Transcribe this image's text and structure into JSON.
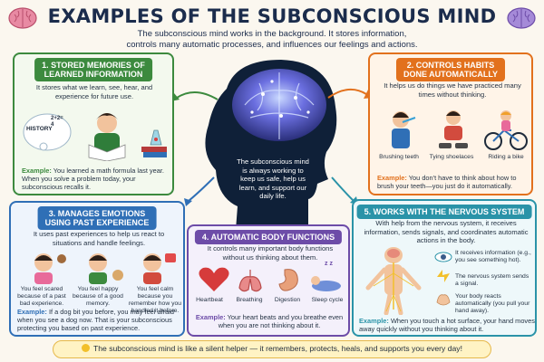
{
  "header": {
    "title": "EXAMPLES OF THE SUBCONSCIOUS MIND",
    "subtitle_line1": "The subconscious mind works in the background. It stores information,",
    "subtitle_line2": "controls many automatic processes, and influences our feelings and actions."
  },
  "center": {
    "caption": "The subconscious mind is always working to keep us safe, help us learn, and support our daily life."
  },
  "sections": {
    "memories": {
      "title_line1": "1. STORED MEMORIES OF",
      "title_line2": "LEARNED INFORMATION",
      "text": "It stores what we learn, see, hear, and experience for future use.",
      "book_label1": "HISTORY",
      "book_label2": "2+2= 4",
      "example_label": "Example:",
      "example_text": "You learned a math formula last year. When you solve a problem today, your subconscious recalls it.",
      "color": "#3c8a3e"
    },
    "habits": {
      "title_line1": "2. CONTROLS HABITS",
      "title_line2": "DONE AUTOMATICALLY",
      "text": "It helps us do things we have practiced many times without thinking.",
      "items": [
        "Brushing teeth",
        "Tying shoelaces",
        "Riding a bike"
      ],
      "example_label": "Example:",
      "example_text": "You don't have to think about how to brush your teeth—you just do it automatically.",
      "color": "#e2711d"
    },
    "emotions": {
      "title_line1": "3. MANAGES EMOTIONS",
      "title_line2": "USING PAST EXPERIENCE",
      "text": "It uses past experiences to help us react to situations and handle feelings.",
      "items": [
        "You feel scared because of a past bad experience.",
        "You feel happy because of a good memory.",
        "You feel calm because you remember how you handled it before."
      ],
      "example_label": "Example:",
      "example_text": "If a dog bit you before, you may feel afraid when you see a dog now. That is your subconscious protecting you based on past experience.",
      "color": "#2f6fb6"
    },
    "body": {
      "title": "4. AUTOMATIC BODY FUNCTIONS",
      "text": "It controls many important body functions without us thinking about them.",
      "items": [
        "Heartbeat",
        "Breathing",
        "Digestion",
        "Sleep cycle"
      ],
      "sleep_z": "z z",
      "example_label": "Example:",
      "example_text": "Your heart beats and you breathe even when you are not thinking about it.",
      "color": "#6d4ca8"
    },
    "nervous": {
      "title": "5. WORKS WITH THE NERVOUS SYSTEM",
      "text": "With help from the nervous system, it receives information, sends signals, and coordinates automatic actions in the body.",
      "steps": [
        "It receives information (e.g., you see something hot).",
        "The nervous system sends a signal.",
        "Your body reacts automatically (you pull your hand away)."
      ],
      "example_label": "Example:",
      "example_text": "When you touch a hot surface, your hand moves away quickly without you thinking about it.",
      "color": "#2a93a8"
    }
  },
  "footer": {
    "text": "The subconscious mind is like a silent helper — it remembers, protects, heals, and supports you every day!"
  }
}
